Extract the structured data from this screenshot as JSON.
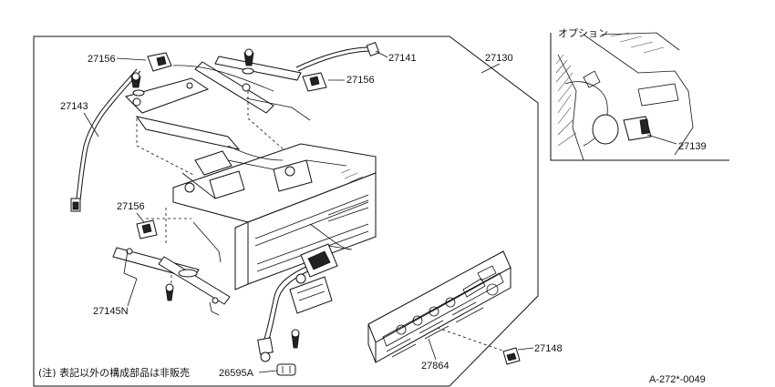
{
  "callouts": {
    "c27156a": "27156",
    "c27141": "27141",
    "c27130": "27130",
    "c27156b": "27156",
    "c27143": "27143",
    "c27156c": "27156",
    "c27145n": "27145N",
    "c27148": "27148",
    "c27864": "27864",
    "c26595a": "26595A",
    "c27139": "27139"
  },
  "inset": {
    "option_label": "オプション"
  },
  "note": "(注) 表記以外の構成部品は非販売",
  "diagram_code": "A-272*-0049"
}
